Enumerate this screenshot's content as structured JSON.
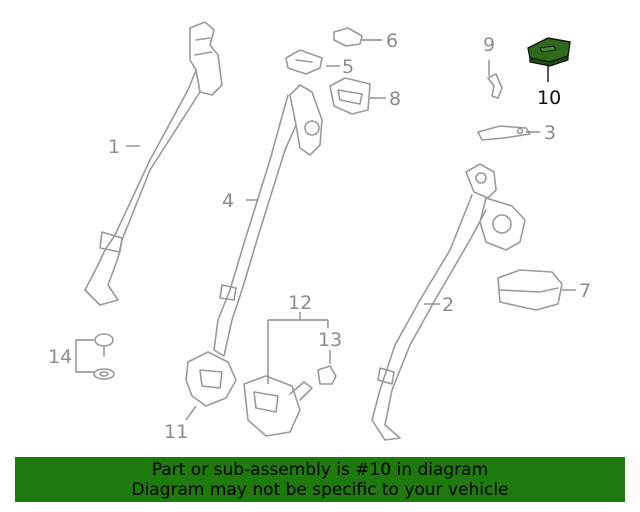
{
  "diagram": {
    "callouts": [
      {
        "id": "1",
        "label": "1"
      },
      {
        "id": "2",
        "label": "2"
      },
      {
        "id": "3",
        "label": "3"
      },
      {
        "id": "4",
        "label": "4"
      },
      {
        "id": "5",
        "label": "5"
      },
      {
        "id": "6",
        "label": "6"
      },
      {
        "id": "7",
        "label": "7"
      },
      {
        "id": "8",
        "label": "8"
      },
      {
        "id": "9",
        "label": "9"
      },
      {
        "id": "10",
        "label": "10",
        "highlighted": true
      },
      {
        "id": "11",
        "label": "11"
      },
      {
        "id": "12",
        "label": "12"
      },
      {
        "id": "13",
        "label": "13"
      },
      {
        "id": "14",
        "label": "14"
      }
    ],
    "highlight_color": "#2d6a1a",
    "line_color": "#9a9a9a"
  },
  "banner": {
    "line1": "Part or sub-assembly is #10 in diagram",
    "line2": "Diagram may not be specific to your vehicle",
    "background": "#1e7a0c"
  }
}
